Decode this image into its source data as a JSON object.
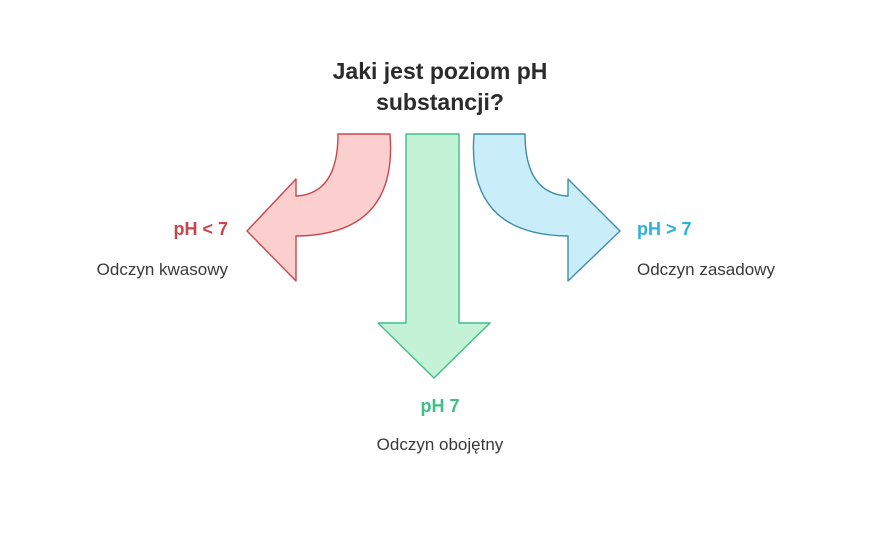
{
  "title": {
    "line1": "Jaki jest poziom pH",
    "line2": "substancji?"
  },
  "branches": [
    {
      "id": "acid",
      "label": "pH < 7",
      "description": "Odczyn kwasowy",
      "color": "#c9474c",
      "fill": "#fccfcf",
      "stroke": "#c9474c"
    },
    {
      "id": "neutral",
      "label": "pH 7",
      "description": "Odczyn obojętny",
      "color": "#3ebf86",
      "fill": "#c4f2d7",
      "stroke": "#3ebf86"
    },
    {
      "id": "base",
      "label": "pH > 7",
      "description": "Odczyn zasadowy",
      "color": "#2ab1dd",
      "fill": "#c9eef9",
      "stroke": "#3f8ea7"
    }
  ]
}
